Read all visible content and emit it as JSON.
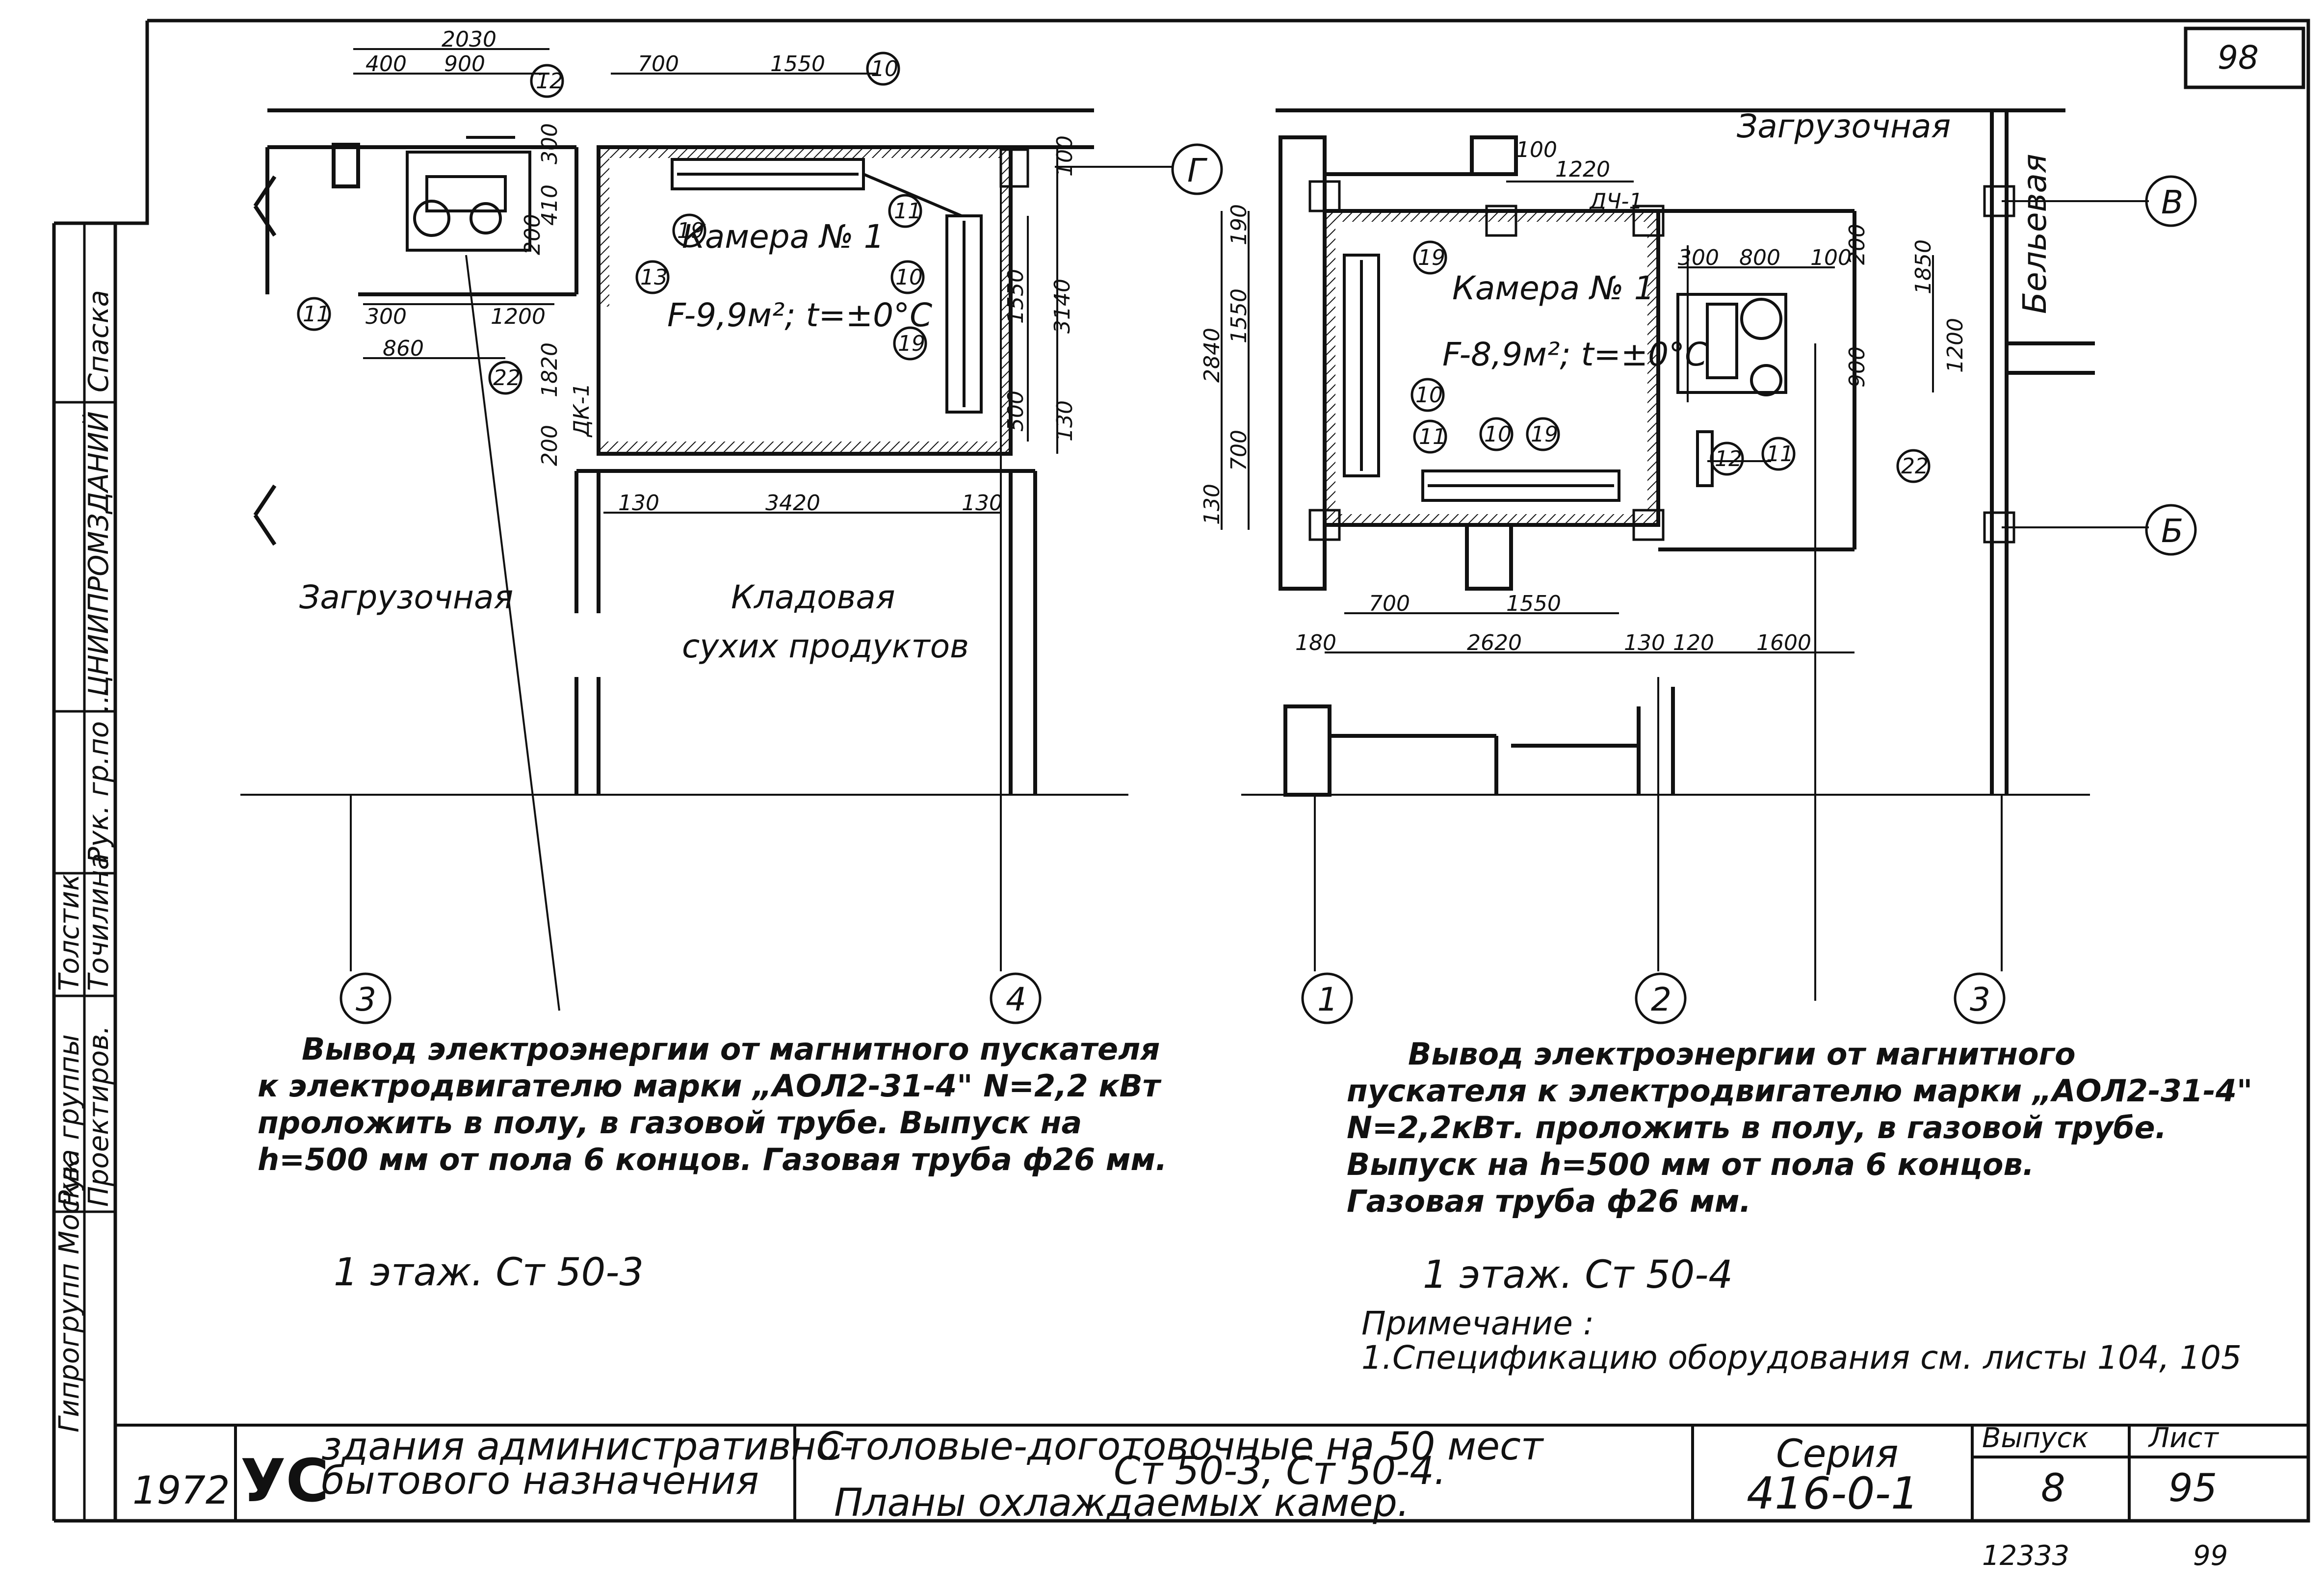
{
  "sheet": {
    "corner_number": "98",
    "year": "1972",
    "logo": "УС",
    "org_line1": "здания административно-",
    "org_line2": "бытового назначения",
    "title_line1": "Столовые-доготовочные на 50 мест",
    "title_line2": "Ст 50-3, Ст 50-4.",
    "title_line3": "Планы охлаждаемых камер.",
    "series_label": "Серия",
    "series_value": "416-0-1",
    "issue_label": "Выпуск",
    "issue_value": "8",
    "sheet_label": "Лист",
    "sheet_value": "95",
    "bottom_num1": "12333",
    "bottom_num2": "99"
  },
  "stamp": {
    "col_a": "Гипрогрупп Москва",
    "org": "ЦНИИПРОМЗДАНИЙ",
    "role1": "Рук. группы",
    "role2": "Проектиров.",
    "role3": "Рук. гр.по ...",
    "name1": "Толстик",
    "name2": "Точилина",
    "col_b": "Спаска"
  },
  "left_plan": {
    "caption": "1  этаж. Ст 50-3",
    "room_load": "Загрузочная",
    "room_pantry1": "Кладовая",
    "room_pantry2": "сухих продуктов",
    "camera": "Камера № 1",
    "formula": "F-9,9м²; t=±0°С",
    "door": "ДК-1",
    "axes": [
      "3",
      "4",
      "Г"
    ],
    "markers": [
      "12",
      "10",
      "11",
      "13",
      "19",
      "11",
      "22",
      "10",
      "19"
    ],
    "dims": [
      "2030",
      "400",
      "900",
      "700",
      "1550",
      "300",
      "1200",
      "860",
      "1820",
      "1550",
      "3140",
      "500",
      "130",
      "130",
      "3420",
      "130",
      "200",
      "410",
      "300",
      "200",
      "100"
    ],
    "note": [
      "Вывод электроэнергии от магнитного пускателя",
      "к электродвигателю марки „АОЛ2-31-4\"  N=2,2 кВт",
      "проложить в полу, в газовой трубе. Выпуск на",
      "h=500 мм от пола 6 концов. Газовая труба ф26 мм."
    ]
  },
  "right_plan": {
    "caption": "1  этаж. Ст 50-4",
    "room_load": "Загрузочная",
    "room_laundry": "Бельевая",
    "camera": "Камера № 1",
    "formula": "F-8,9м²; t=±0°С",
    "door": "ДЧ-1",
    "axes": [
      "1",
      "2",
      "3",
      "В",
      "Б"
    ],
    "markers": [
      "19",
      "10",
      "11",
      "10",
      "19",
      "12",
      "11",
      "22"
    ],
    "dims": [
      "1220",
      "100",
      "190",
      "1550",
      "2840",
      "700",
      "130",
      "300",
      "800",
      "100",
      "1850",
      "1200",
      "900",
      "200",
      "700",
      "1550",
      "180",
      "2620",
      "130",
      "120",
      "1600"
    ],
    "note": [
      "Вывод электроэнергии от магнитного",
      "пускателя к электродвигателю марки „АОЛ2-31-4\"",
      "N=2,2кВт. проложить в полу, в газовой трубе.",
      "Выпуск на h=500 мм от пола 6 концов.",
      "Газовая труба ф26 мм."
    ],
    "remark_title": "Примечание :",
    "remark_text": "1.Спецификацию оборудования см. листы 104, 105"
  }
}
